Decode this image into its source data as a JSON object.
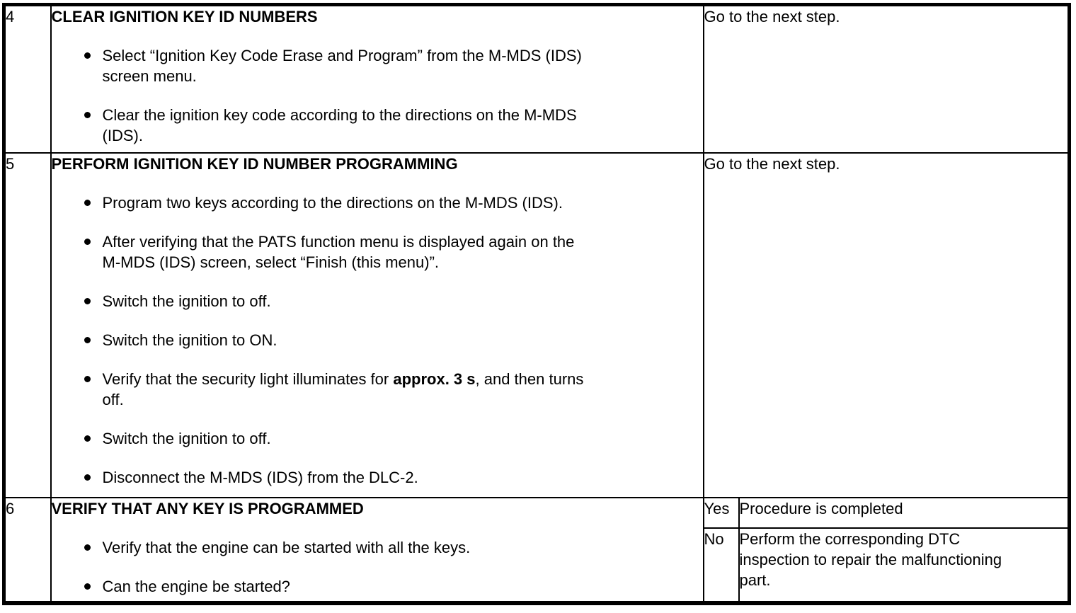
{
  "table": {
    "rows": [
      {
        "step": "4",
        "title": "CLEAR IGNITION KEY ID NUMBERS",
        "bullets": [
          {
            "lines": [
              [
                {
                  "t": "Select “Ignition Key Code Erase and Program” from the M-MDS (IDS)"
                }
              ],
              [
                {
                  "t": "screen menu."
                }
              ]
            ]
          },
          {
            "lines": [
              [
                {
                  "t": "Clear the ignition key code according to the directions on the M-MDS"
                }
              ],
              [
                {
                  "t": "(IDS)."
                }
              ]
            ]
          }
        ],
        "results": [
          {
            "verdict": "",
            "action_lines": [
              "Go to the next step."
            ]
          }
        ]
      },
      {
        "step": "5",
        "title": "PERFORM IGNITION KEY ID NUMBER PROGRAMMING",
        "bullets": [
          {
            "lines": [
              [
                {
                  "t": "Program two keys according to the directions on the M-MDS (IDS)."
                }
              ]
            ]
          },
          {
            "lines": [
              [
                {
                  "t": "After verifying that the PATS function menu is displayed again on the"
                }
              ],
              [
                {
                  "t": "M-MDS (IDS) screen, select “Finish (this menu)”."
                }
              ]
            ]
          },
          {
            "lines": [
              [
                {
                  "t": "Switch the ignition to off."
                }
              ]
            ]
          },
          {
            "lines": [
              [
                {
                  "t": "Switch the ignition to ON."
                }
              ]
            ]
          },
          {
            "lines": [
              [
                {
                  "t": "Verify that the security light illuminates for "
                },
                {
                  "t": "approx. 3 s",
                  "b": true
                },
                {
                  "t": ", and then turns"
                }
              ],
              [
                {
                  "t": "off."
                }
              ]
            ]
          },
          {
            "lines": [
              [
                {
                  "t": "Switch the ignition to off."
                }
              ]
            ]
          },
          {
            "lines": [
              [
                {
                  "t": "Disconnect the M-MDS (IDS) from the DLC-2."
                }
              ]
            ]
          }
        ],
        "results": [
          {
            "verdict": "",
            "action_lines": [
              "Go to the next step."
            ]
          }
        ]
      },
      {
        "step": "6",
        "title": "VERIFY THAT ANY KEY IS PROGRAMMED",
        "bullets": [
          {
            "lines": [
              [
                {
                  "t": "Verify that the engine can be started with all the keys."
                }
              ]
            ]
          },
          {
            "lines": [
              [
                {
                  "t": "Can the engine be started?"
                }
              ]
            ]
          }
        ],
        "results": [
          {
            "verdict": "Yes",
            "action_lines": [
              "Procedure is completed"
            ]
          },
          {
            "verdict": "No",
            "action_lines": [
              "Perform the corresponding DTC",
              "inspection to repair the malfunctioning",
              "part."
            ]
          }
        ]
      }
    ]
  }
}
